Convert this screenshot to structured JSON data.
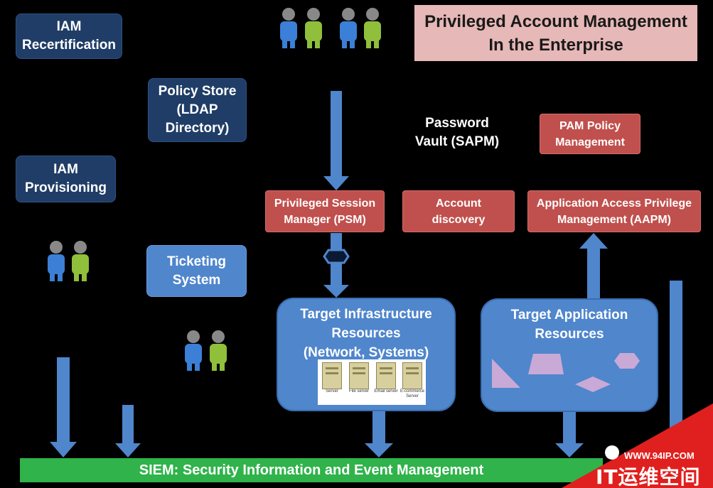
{
  "title": {
    "line1": "Privileged Account Management",
    "line2": "In the Enterprise"
  },
  "boxes": {
    "iam_recert": {
      "line1": "IAM",
      "line2": "Recertification"
    },
    "policy_store": {
      "line1": "Policy Store",
      "line2": "(LDAP",
      "line3": "Directory)"
    },
    "iam_prov": {
      "line1": "IAM",
      "line2": "Provisioning"
    },
    "ticketing": {
      "line1": "Ticketing",
      "line2": "System"
    },
    "password_vault": {
      "line1": "Password",
      "line2": "Vault (SAPM)"
    },
    "pam_policy": {
      "line1": "PAM Policy",
      "line2": "Management"
    },
    "psm": {
      "line1": "Privileged Session",
      "line2": "Manager (PSM)"
    },
    "account_discovery": {
      "line1": "Account",
      "line2": "discovery"
    },
    "aapm": {
      "line1": "Application Access Privilege",
      "line2": "Management (AAPM)"
    },
    "target_infra": {
      "line1": "Target Infrastructure",
      "line2": "Resources",
      "line3": "(Network, Systems)"
    },
    "target_app": {
      "line1": "Target Application",
      "line2": "Resources"
    }
  },
  "servers": [
    {
      "label": "Server"
    },
    {
      "label": "File server"
    },
    {
      "label": "Email server"
    },
    {
      "label": "E-commerce Server"
    }
  ],
  "siem": {
    "label": "SIEM: Security Information and Event Management"
  },
  "watermark": {
    "url": "WWW.94IP.COM",
    "text": "IT运维空间"
  },
  "colors": {
    "background": "#000000",
    "dark_blue": "#1f3d66",
    "light_blue": "#4f86cc",
    "red": "#c0504d",
    "pink": "#e6b8b7",
    "green": "#2fb34a",
    "shape_purple": "#c9a9d6"
  }
}
